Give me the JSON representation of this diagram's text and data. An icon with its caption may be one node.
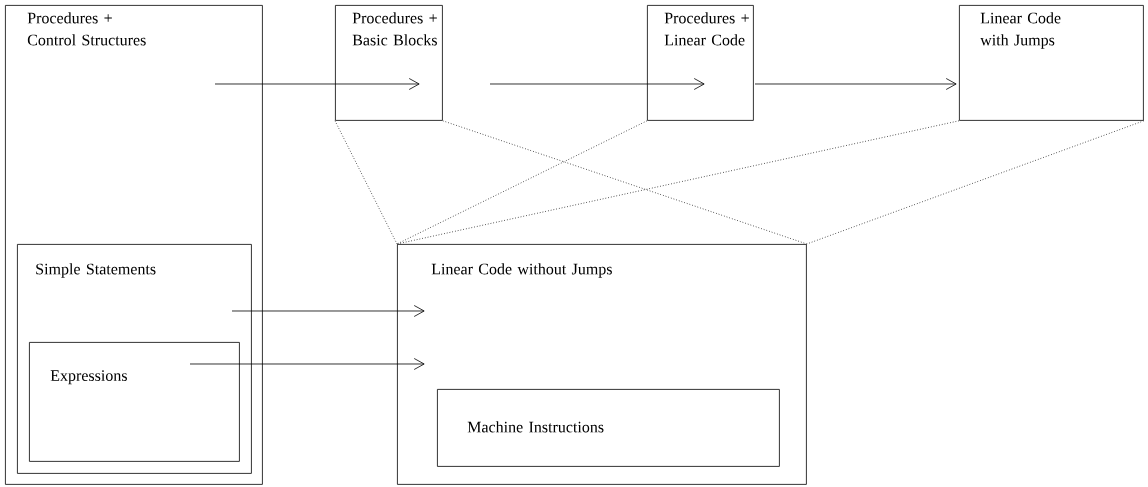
{
  "diagram": {
    "nodes": [
      {
        "text": [
          "Procedures + Control Structures"
        ]
      },
      {
        "text": [
          "Procedures + Basic Blocks"
        ]
      },
      {
        "text": [
          "Procedures + Linear Code"
        ]
      },
      {
        "text": [
          "Linear Code with Jumps"
        ]
      },
      {
        "text": [
          "Simple Statements"
        ],
        "in": 0
      },
      {
        "text": [
          "Expressions"
        ],
        "in": 4
      },
      {
        "text": [
          "Linear Code without Jumps"
        ]
      },
      {
        "text": [
          "Machine Instructions"
        ],
        "in": 6
      }
    ],
    "edges": [
      {
        "from": 0,
        "to": 1,
        "arrow": "to"
      },
      {
        "from": 1,
        "to": 2,
        "arrow": "to"
      },
      {
        "from": 2,
        "to": 3,
        "arrow": "to"
      },
      {
        "from": 4,
        "to": 6,
        "arrow": "to"
      },
      {
        "from": 5,
        "to": 6,
        "arrow": "to"
      },
      {
        "from": 1,
        "to": 6,
        "arrow": "none",
        "style": "dashed"
      },
      {
        "from": 1,
        "to": 6,
        "arrow": "none",
        "style": "dashed"
      },
      {
        "from": 2,
        "to": 6,
        "arrow": "none",
        "style": "dashed"
      },
      {
        "from": 3,
        "to": 6,
        "arrow": "none",
        "style": "dashed"
      },
      {
        "from": 3,
        "to": 6,
        "arrow": "none",
        "style": "dashed"
      }
    ]
  }
}
